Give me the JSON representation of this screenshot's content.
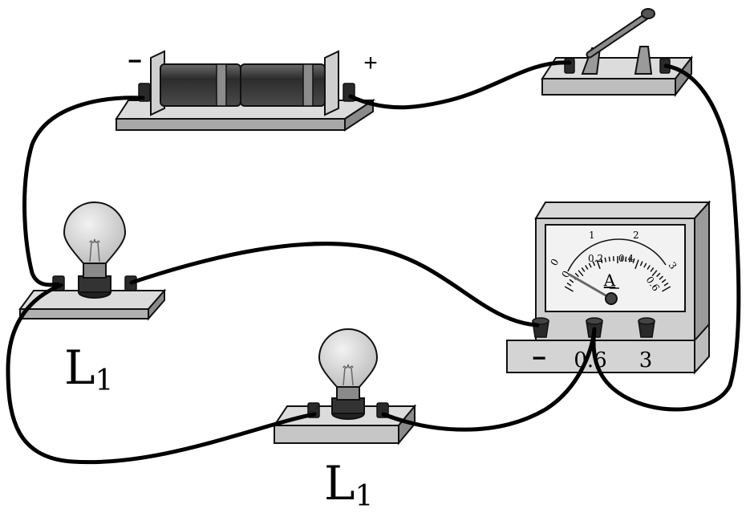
{
  "battery": {
    "minus_symbol": "−",
    "plus_symbol": "+"
  },
  "ammeter": {
    "symbol": "A",
    "scale_top": [
      "0",
      "1",
      "2",
      "3"
    ],
    "scale_bottom": [
      "0",
      "0.2",
      "0.4",
      "0.6"
    ],
    "terminal_labels": [
      "−",
      "0.6",
      "3"
    ],
    "reading_fraction": 0
  },
  "bulbs": [
    {
      "label_main": "L",
      "label_sub": "1"
    },
    {
      "label_main": "L",
      "label_sub": "1"
    }
  ],
  "colors": {
    "wire": "#000000",
    "board": "#e4e4e4",
    "board_side": "#9a9a9a",
    "terminal": "#2a2a2a"
  }
}
